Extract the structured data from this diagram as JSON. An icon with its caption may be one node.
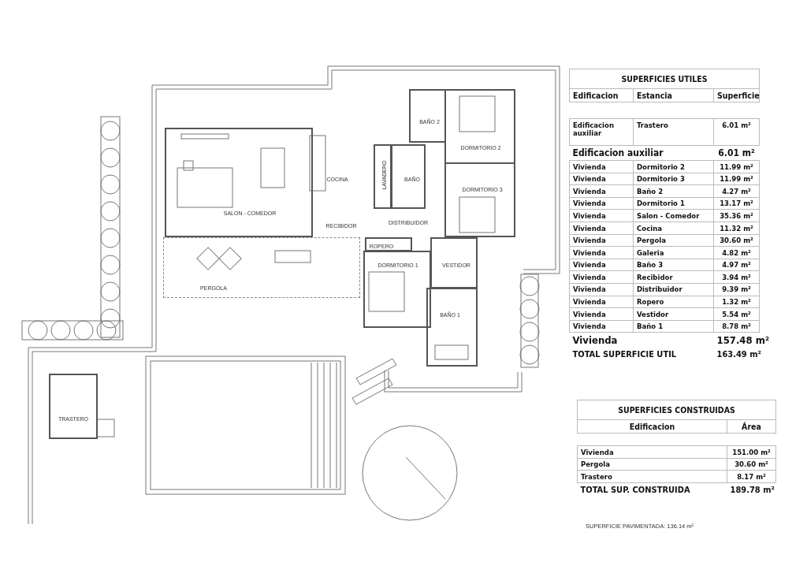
{
  "diagram": {
    "nodes": [
      {
        "text": [
          "BAÑO 2"
        ]
      },
      {
        "text": [
          "DORMITORIO 2"
        ]
      },
      {
        "text": [
          "SALON - COMEDOR"
        ]
      },
      {
        "text": [
          "COCINA"
        ]
      },
      {
        "text": [
          "LAVADERO"
        ]
      },
      {
        "text": [
          "BAÑO"
        ]
      },
      {
        "text": [
          "DORMITORIO 3"
        ]
      },
      {
        "text": [
          "DISTRIBUIDOR"
        ]
      },
      {
        "text": [
          "RECIBIDOR"
        ]
      },
      {
        "text": [
          "ROPERO"
        ]
      },
      {
        "text": [
          "DORMITORIO 1"
        ]
      },
      {
        "text": [
          "VESTIDOR"
        ]
      },
      {
        "text": [
          "PERGOLA"
        ]
      },
      {
        "text": [
          "BAÑO 1"
        ]
      },
      {
        "text": [
          "TRASTERO"
        ]
      }
    ],
    "edges": [],
    "labels": [
      "SUPERFICIES UTILES",
      "Edificacion",
      "Estancia",
      "Superficie",
      "Edificacion auxiliar",
      "Trastero",
      "6.01 m²",
      "Edificacion auxiliar",
      "6.01 m²",
      "Vivienda",
      "Dormitorio 2",
      "11.99 m²",
      "Vivienda",
      "Dormitorio 3",
      "11.99 m²",
      "Vivienda",
      "Baño 2",
      "4.27 m²",
      "Vivienda",
      "Dormitorio 1",
      "13.17 m²",
      "Vivienda",
      "Salon  - Comedor",
      "35.36 m²",
      "Vivienda",
      "Cocina",
      "11.32 m²",
      "Vivienda",
      "Pergola",
      "30.60 m²",
      "Vivienda",
      "Galeria",
      "4.82 m²",
      "Vivienda",
      "Baño 3",
      "4.97 m²",
      "Vivienda",
      "Recibidor",
      "3.94 m²",
      "Vivienda",
      "Distribuidor",
      "9.39 m²",
      "Vivienda",
      "Ropero",
      "1.32 m²",
      "Vivienda",
      "Vestidor",
      "5.54 m²",
      "Vivienda",
      "Baño 1",
      "8.78 m²",
      "Vivienda",
      "157.48 m²",
      "TOTAL SUPERFICIE UTIL",
      "163.49 m²",
      "SUPERFICIES CONSTRUIDAS",
      "Edificacion",
      "Área",
      "Vivienda",
      "151.00 m²",
      "Pergola",
      "30.60 m²",
      "Trastero",
      "8.17 m²",
      "TOTAL SUP. CONSTRUIDA",
      "189.78 m²",
      "SUPERFICIE PAVIMENTADA: 136.14 m²"
    ]
  }
}
